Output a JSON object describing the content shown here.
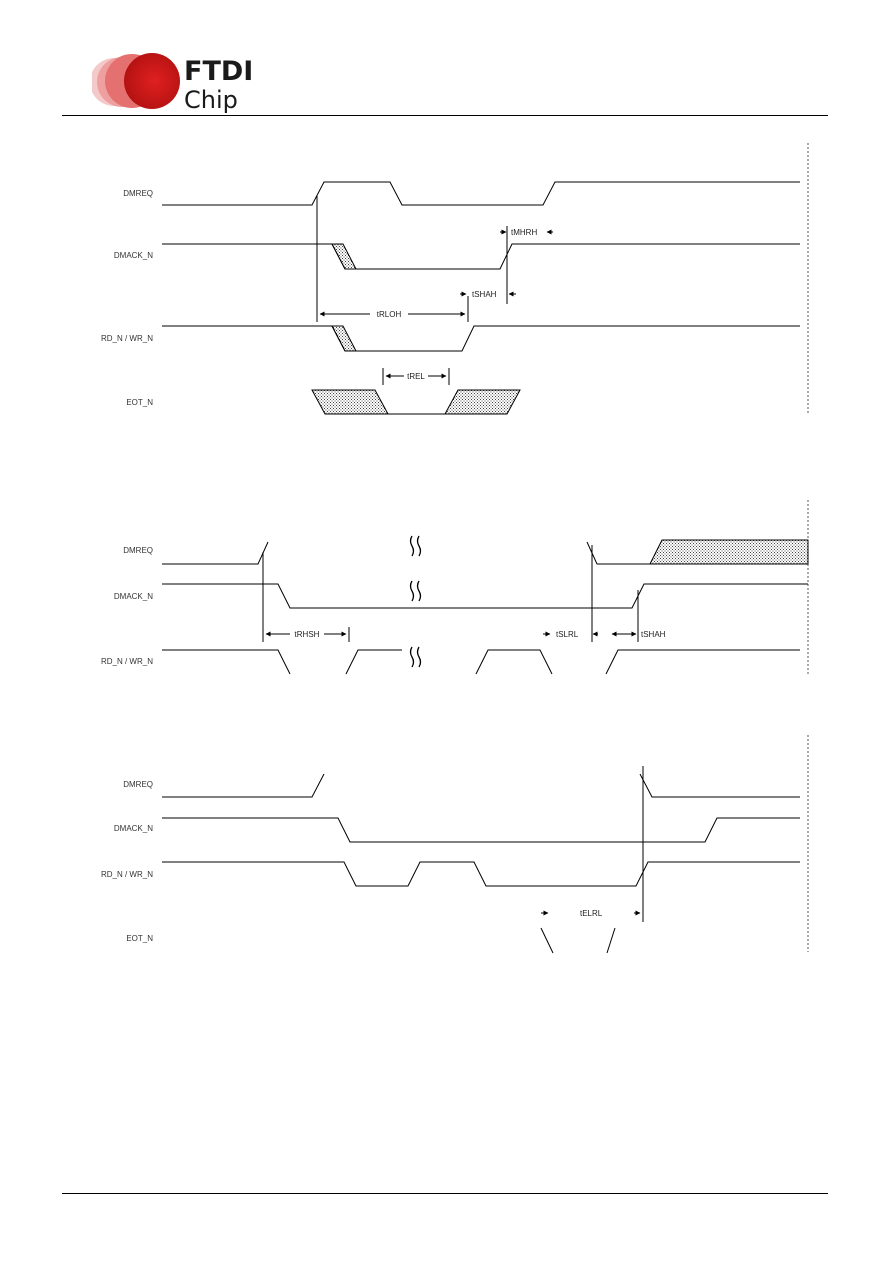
{
  "header": {
    "logo": {
      "word_top": "FTDI",
      "word_bottom": "Chip",
      "red": "#d21f1f",
      "dark": "#1a1a1a"
    }
  },
  "diagrams": [
    {
      "signals": [
        "DMREQ",
        "DMACK_N",
        "RD_N / WR_N",
        "EOT_N"
      ],
      "timings": [
        "tMHRH",
        "tSHAH",
        "tRLOH",
        "tREL"
      ]
    },
    {
      "signals": [
        "DMREQ",
        "DMACK_N",
        "RD_N / WR_N"
      ],
      "timings": [
        "tRHSH",
        "tSLRL",
        "tSHAH"
      ]
    },
    {
      "signals": [
        "DMREQ",
        "DMACK_N",
        "RD_N / WR_N",
        "EOT_N"
      ],
      "timings": [
        "tELRL"
      ]
    }
  ]
}
